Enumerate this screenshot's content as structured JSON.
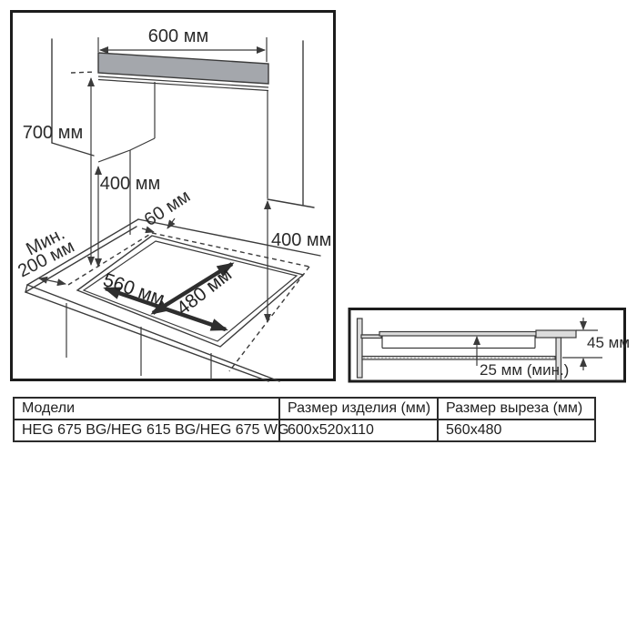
{
  "main_diagram": {
    "dim_top_width": "600 мм",
    "dim_height_hood": "700 мм",
    "dim_height_cabinet": "400 мм",
    "dim_gap_rear": "60 мм",
    "dim_side_min_line1": "Мин.",
    "dim_side_min_line2": "200 мм",
    "dim_cutout_width": "560 мм",
    "dim_cutout_depth": "480 мм",
    "dim_height_right": "400 мм"
  },
  "detail_diagram": {
    "dim_hob_depth": "45 мм",
    "dim_clearance": "25 мм (мин.)"
  },
  "table": {
    "headers": [
      "Модели",
      "Размер изделия (мм)",
      "Размер выреза (мм)"
    ],
    "rows": [
      [
        "HEG 675 BG/HEG 615 BG/HEG 675 WG",
        "600x520x110",
        "560x480"
      ]
    ]
  },
  "colors": {
    "panel_gray": "#a4a7ac",
    "line": "#3b3b3b",
    "text": "#2b2b2b"
  }
}
